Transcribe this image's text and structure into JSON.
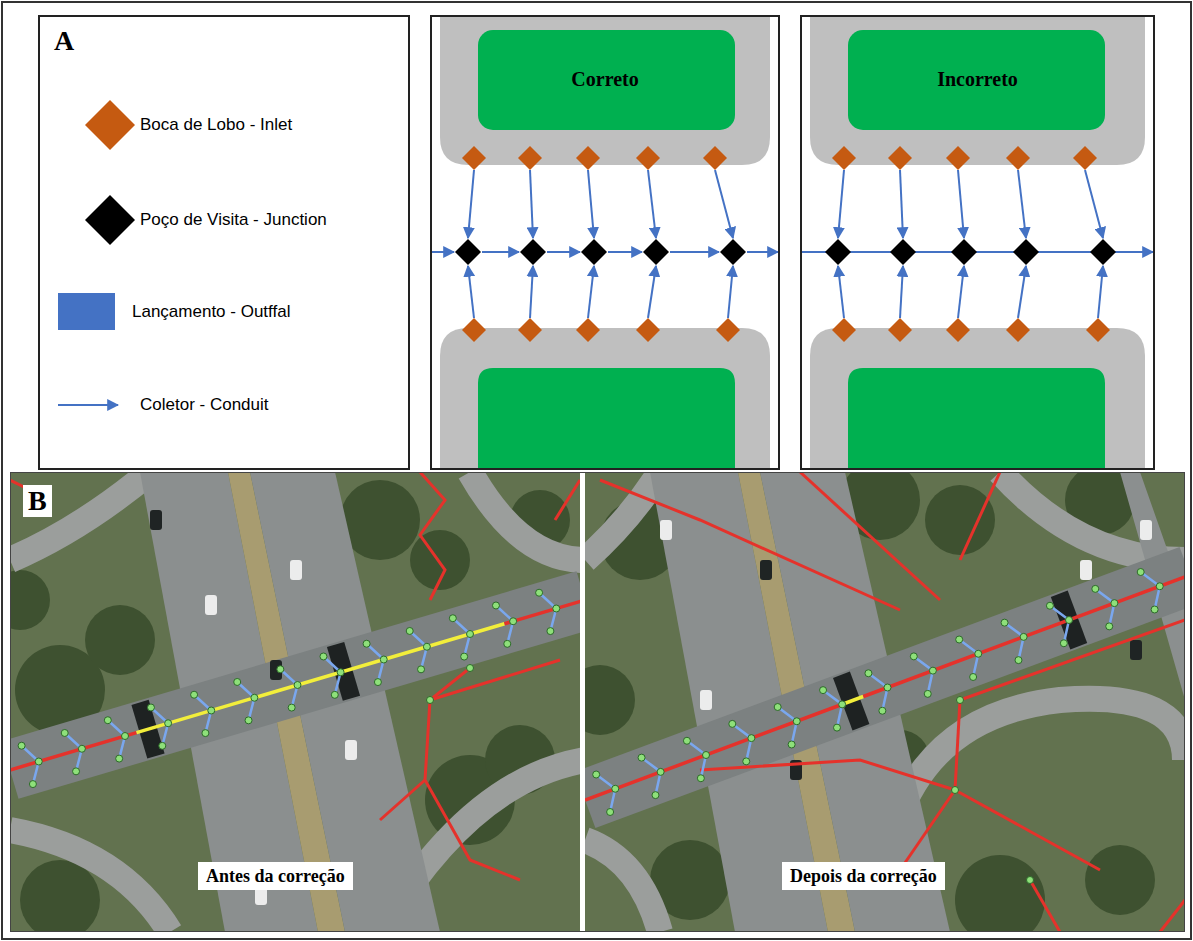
{
  "diagram": {
    "nodes": [
      {
        "text": [
          "A"
        ]
      },
      {
        "text": [
          "Correto"
        ]
      },
      {
        "text": [
          "Incorreto"
        ]
      },
      {
        "text": [
          "B"
        ]
      }
    ],
    "labels": [
      "Antes da correção",
      "Depois da correção"
    ],
    "legend": [
      {
        "text": "Boca de Lobo - Inlet"
      },
      {
        "text": "Poço de Visita - Junction"
      },
      {
        "text": "Lançamento - Outffal",
        "color": "#4472c4"
      },
      {
        "text": "Coletor - Conduit"
      }
    ]
  }
}
